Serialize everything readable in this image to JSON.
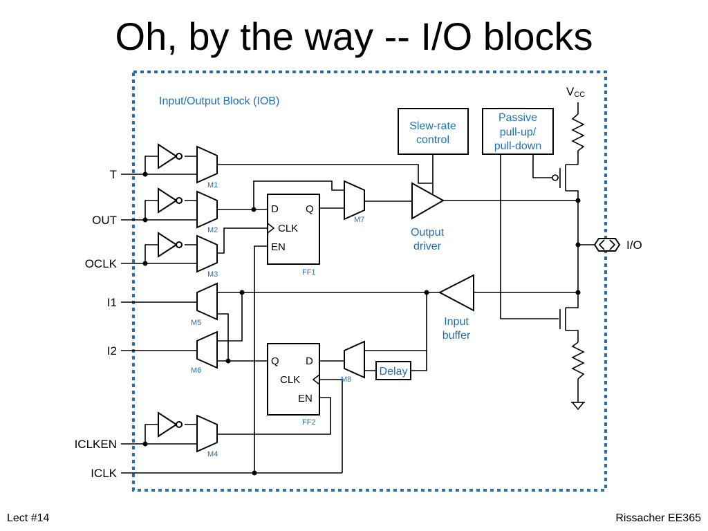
{
  "slide": {
    "title": "Oh, by the way -- I/O blocks",
    "footer_left": "Lect #14",
    "footer_right": "Rissacher EE365"
  },
  "colors": {
    "accent": "#1f6fb4",
    "border": "#1f6fb4",
    "ink": "#000000"
  },
  "diagram": {
    "block_title": "Input/Output Block (IOB)",
    "pins": {
      "t": "T",
      "out": "OUT",
      "oclk": "OCLK",
      "i1": "I1",
      "i2": "I2",
      "iclken": "ICLKEN",
      "iclk": "ICLK",
      "io": "I/O"
    },
    "muxes": {
      "m1": "M1",
      "m2": "M2",
      "m3": "M3",
      "m4": "M4",
      "m5": "M5",
      "m6": "M6",
      "m7": "M7",
      "m8": "M8"
    },
    "ff1": {
      "label": "FF1",
      "d": "D",
      "q": "Q",
      "clk": "CLK",
      "en": "EN"
    },
    "ff2": {
      "label": "FF2",
      "d": "D",
      "q": "Q",
      "clk": "CLK",
      "en": "EN"
    },
    "slew_rate": {
      "line1": "Slew-rate",
      "line2": "control"
    },
    "passive": {
      "line1": "Passive",
      "line2": "pull-up/",
      "line3": "pull-down"
    },
    "output_driver": {
      "line1": "Output",
      "line2": "driver"
    },
    "input_buffer": {
      "line1": "Input",
      "line2": "buffer"
    },
    "delay": "Delay",
    "vcc": {
      "v": "V",
      "sub": "CC"
    }
  }
}
